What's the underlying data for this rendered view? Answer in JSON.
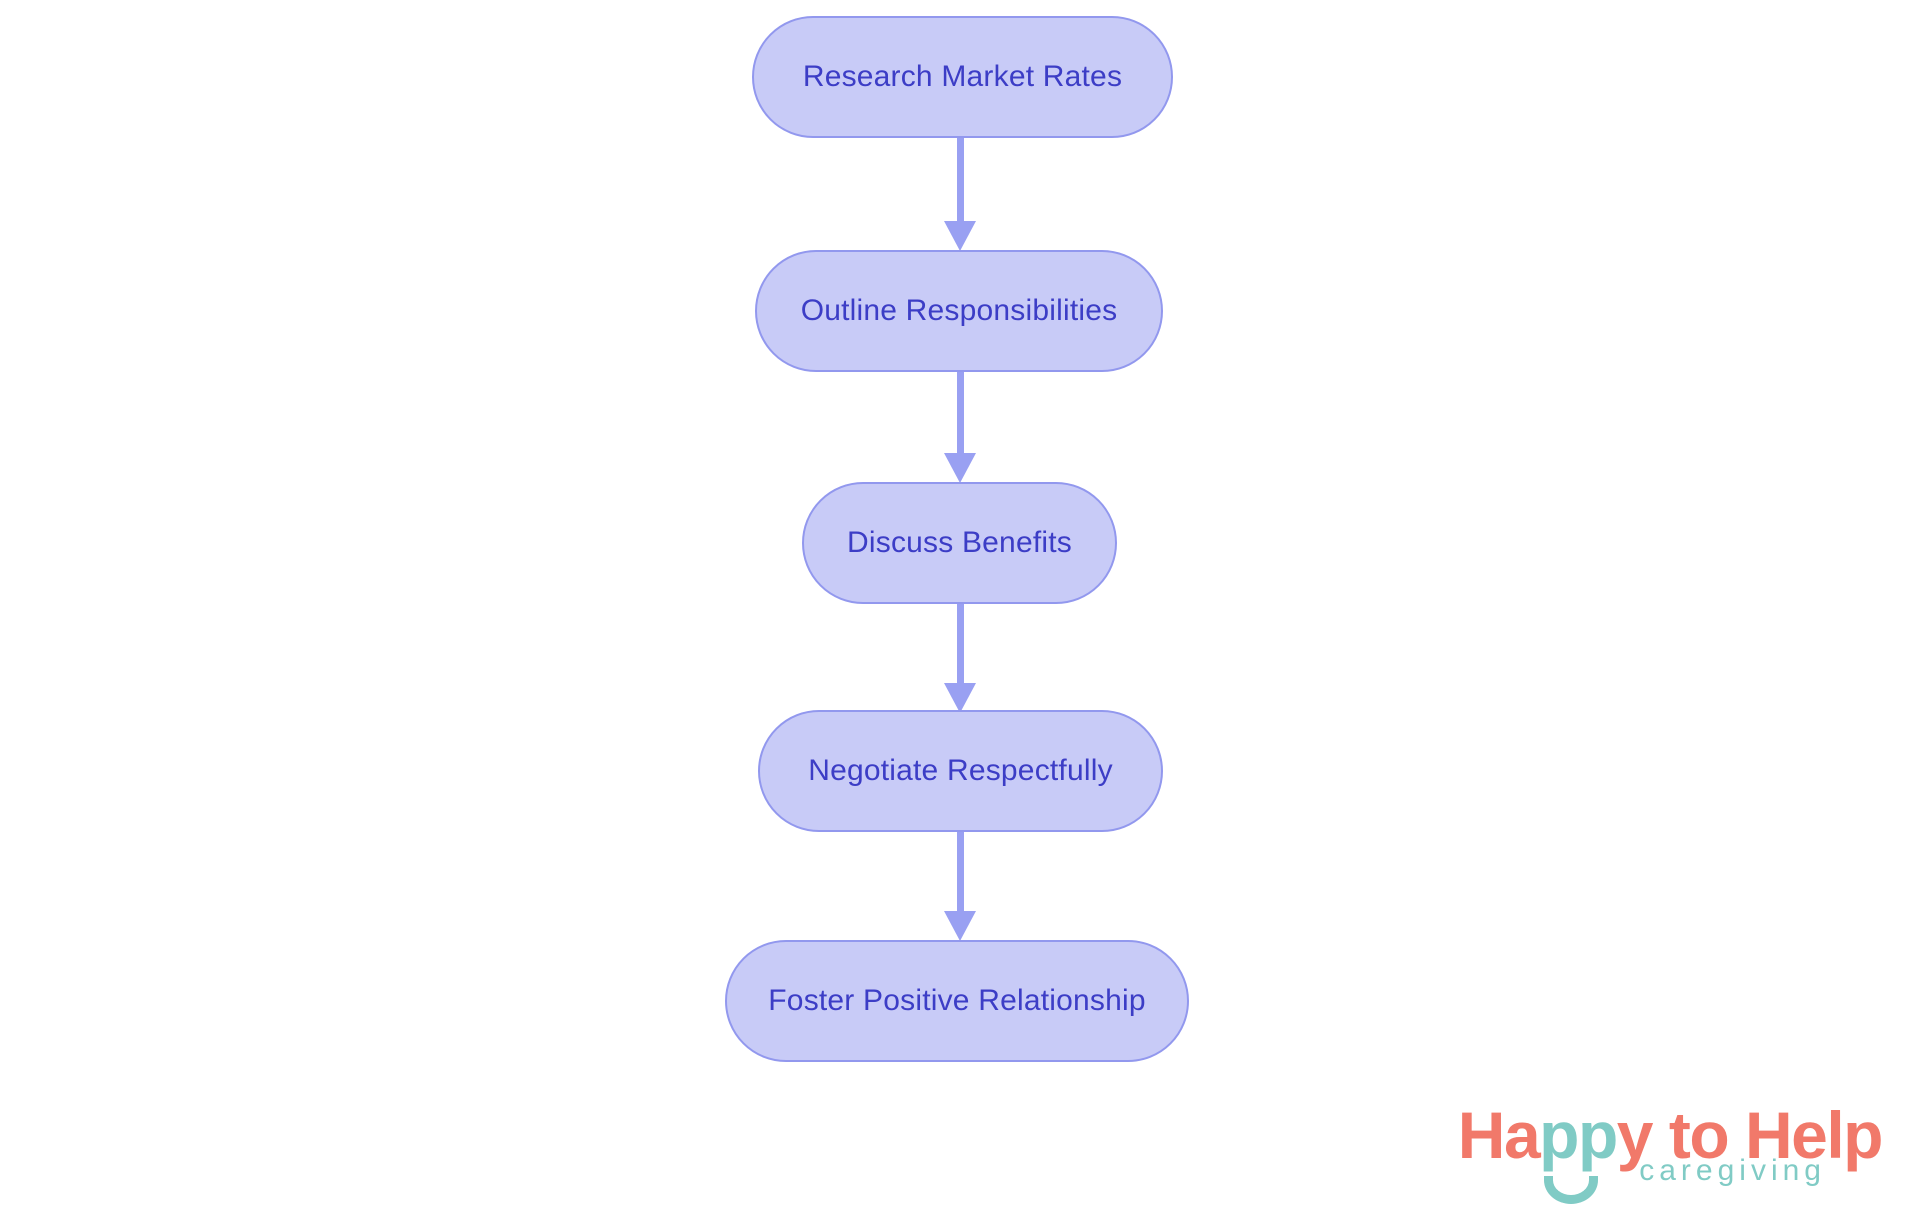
{
  "flowchart": {
    "type": "vertical-process-flow",
    "nodes": [
      {
        "id": "research-market-rates",
        "label": "Research Market Rates"
      },
      {
        "id": "outline-responsibilities",
        "label": "Outline Responsibilities"
      },
      {
        "id": "discuss-benefits",
        "label": "Discuss Benefits"
      },
      {
        "id": "negotiate-respectfully",
        "label": "Negotiate Respectfully"
      },
      {
        "id": "foster-positive-relationship",
        "label": "Foster Positive Relationship"
      }
    ],
    "connections": [
      {
        "from": "research-market-rates",
        "to": "outline-responsibilities"
      },
      {
        "from": "outline-responsibilities",
        "to": "discuss-benefits"
      },
      {
        "from": "discuss-benefits",
        "to": "negotiate-respectfully"
      },
      {
        "from": "negotiate-respectfully",
        "to": "foster-positive-relationship"
      }
    ],
    "colors": {
      "node_fill": "#c8cbf7",
      "node_border": "#9298ee",
      "node_text": "#3c3dc6",
      "arrow": "#99a0f2",
      "background": "#ffffff"
    }
  },
  "logo": {
    "wordmark_prefix": "Ha",
    "wordmark_eyes": "pp",
    "wordmark_suffix": "y to Help",
    "tagline": "caregiving",
    "colors": {
      "coral": "#f1796a",
      "teal": "#80cbc5"
    }
  }
}
